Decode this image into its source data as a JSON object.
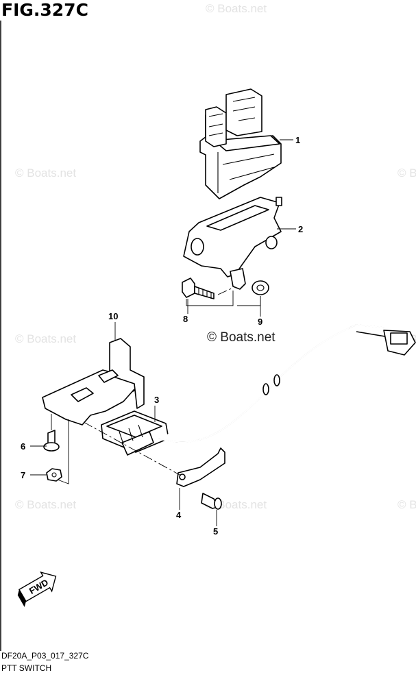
{
  "figure": {
    "title": "FIG.327C",
    "code": "DF20A_P03_017_327C",
    "caption": "PTT SWITCH"
  },
  "callouts": [
    {
      "id": "1",
      "label": "1"
    },
    {
      "id": "2",
      "label": "2"
    },
    {
      "id": "3",
      "label": "3"
    },
    {
      "id": "4",
      "label": "4"
    },
    {
      "id": "5",
      "label": "5"
    },
    {
      "id": "6",
      "label": "6"
    },
    {
      "id": "7",
      "label": "7"
    },
    {
      "id": "8",
      "label": "8"
    },
    {
      "id": "9",
      "label": "9"
    },
    {
      "id": "10",
      "label": "10"
    }
  ],
  "watermark": {
    "text": "© Boats.net",
    "prominent_text": "© Boats.net"
  },
  "direction_badge": {
    "label": "FWD"
  },
  "colors": {
    "line": "#000000",
    "background": "#ffffff",
    "watermark": "#e3e3e3"
  }
}
